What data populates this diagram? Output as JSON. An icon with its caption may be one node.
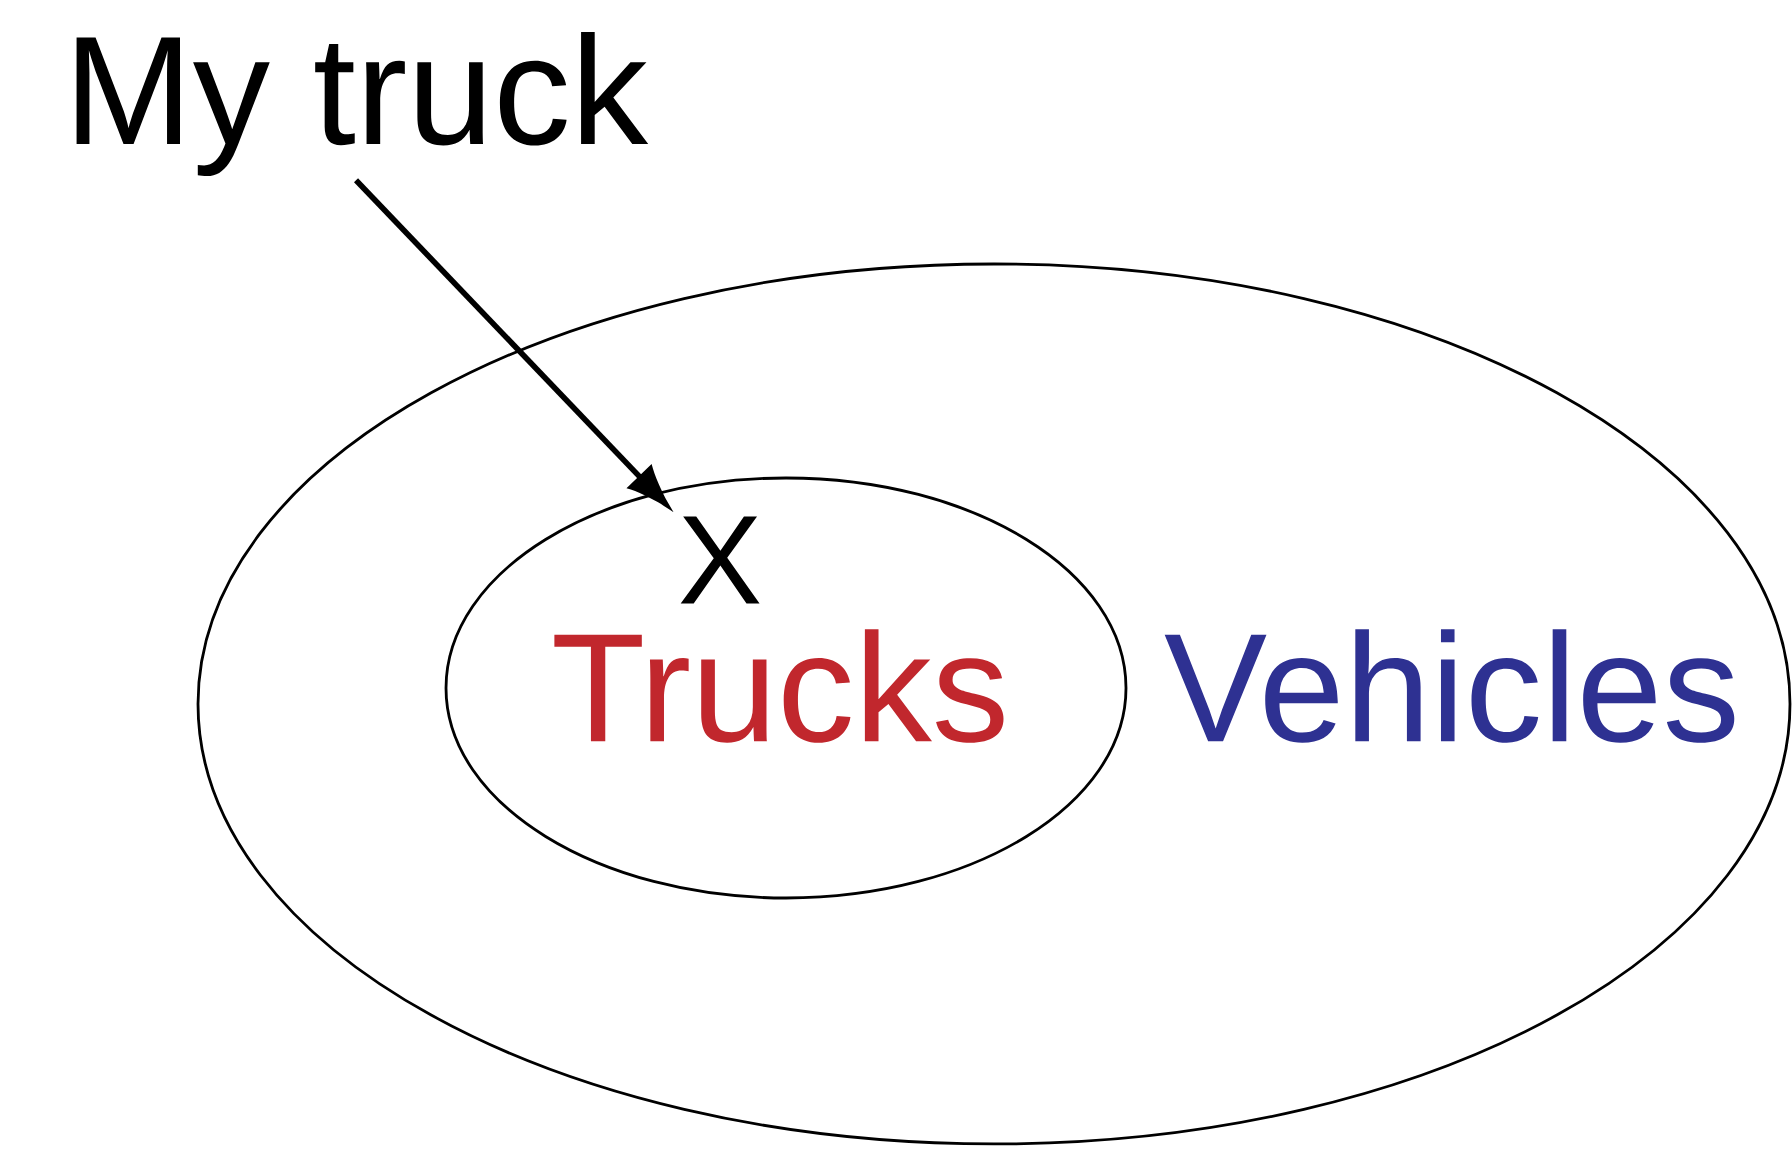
{
  "diagram": {
    "nodes": [
      {
        "text": [
          "My truck"
        ]
      },
      {
        "text": [
          "Vehicles"
        ]
      },
      {
        "text": [
          "Trucks"
        ],
        "in": 1
      },
      {
        "text": [
          "X"
        ],
        "in": 2
      }
    ],
    "edges": [
      {
        "from": 0,
        "to": 3,
        "arrow": "to"
      }
    ]
  }
}
